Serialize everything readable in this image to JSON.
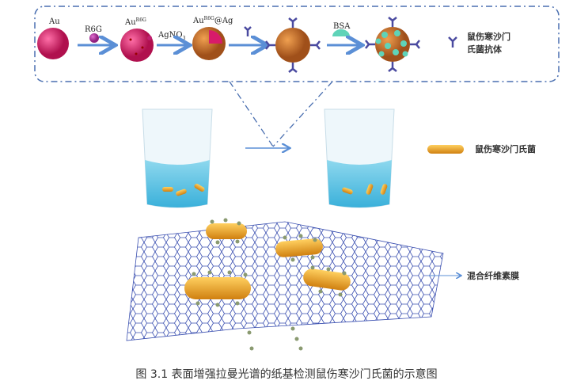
{
  "labels": {
    "au": "Au",
    "r6g": "R6G",
    "au_r6g": "Au",
    "au_r6g_sup": "R6G",
    "agno3": "AgNO",
    "agno3_sub": "3",
    "au_r6g_ag": "Au",
    "au_r6g_ag_sup": "R6G",
    "au_r6g_ag_tail": "@Ag",
    "bsa": "BSA",
    "antibody_line1": "鼠伤寒沙门",
    "antibody_line2": "氏菌抗体",
    "bacteria": "鼠伤寒沙门氏菌",
    "membrane": "混合纤维素膜"
  },
  "caption": "图 3.1 表面增强拉曼光谱的纸基检测鼠伤寒沙门氏菌的示意图",
  "colors": {
    "gold": "#e3272f",
    "pink": "#d81b6a",
    "orange": "#d47a22",
    "teal": "#5fd3b8",
    "blue": "#5b8fd6",
    "antibody": "#4a4aa0",
    "net": "#3a4fb0",
    "rod": "#f0a020"
  }
}
